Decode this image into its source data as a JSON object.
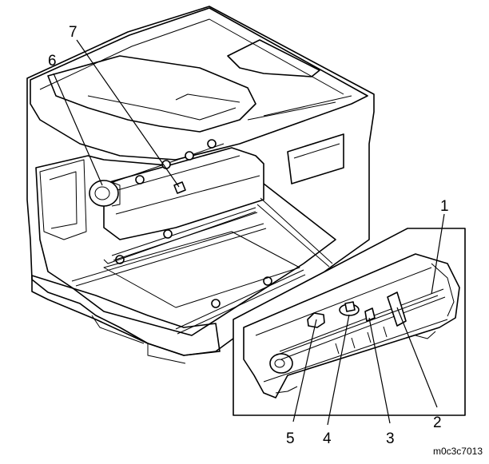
{
  "callouts": [
    {
      "label": "1"
    },
    {
      "label": "2"
    },
    {
      "label": "3"
    },
    {
      "label": "4"
    },
    {
      "label": "5"
    },
    {
      "label": "6"
    },
    {
      "label": "7"
    }
  ],
  "figure_code": "m0c3c7013"
}
